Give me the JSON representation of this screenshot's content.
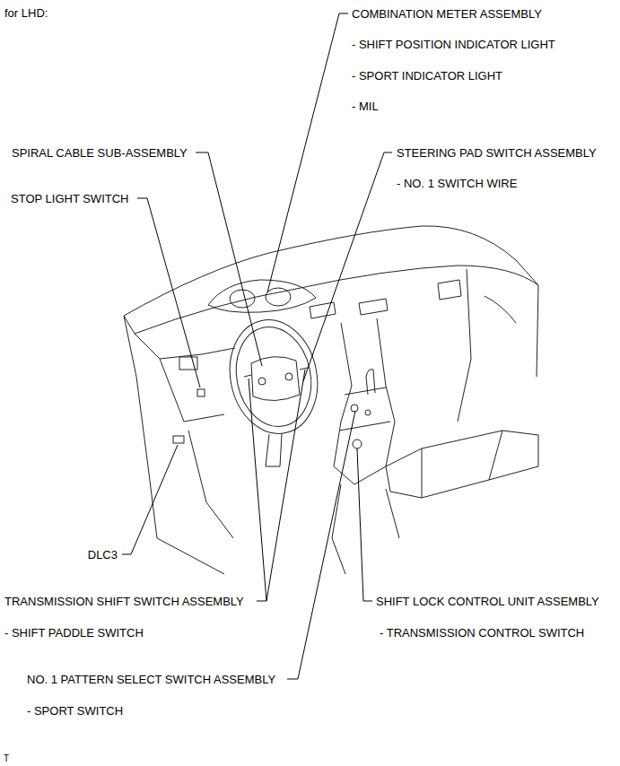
{
  "diagram": {
    "labels": [
      "for LHD:",
      "COMBINATION METER ASSEMBLY",
      "- SHIFT POSITION INDICATOR LIGHT",
      "- SPORT INDICATOR LIGHT",
      "- MIL",
      "SPIRAL CABLE SUB-ASSEMBLY",
      "STEERING PAD SWITCH ASSEMBLY",
      "- NO. 1 SWITCH WIRE",
      "STOP LIGHT SWITCH",
      "DLC3",
      "TRANSMISSION SHIFT SWITCH ASSEMBLY",
      "SHIFT LOCK CONTROL UNIT ASSEMBLY",
      "- SHIFT PADDLE SWITCH",
      "- TRANSMISSION CONTROL SWITCH",
      "NO. 1 PATTERN SELECT SWITCH ASSEMBLY",
      "- SPORT SWITCH",
      "T"
    ]
  }
}
